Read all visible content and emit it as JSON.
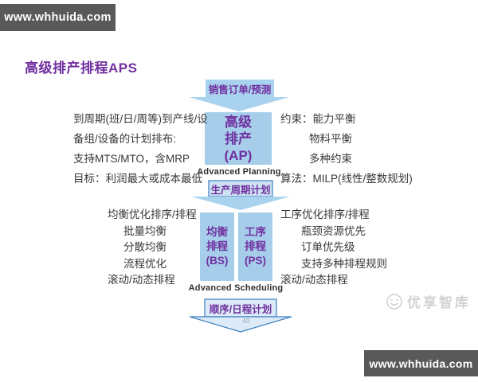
{
  "colors": {
    "banner_bg": "#595959",
    "purple": "#7030a0",
    "box_fill": "#a6cdea",
    "arrow_fill": "#a9d2ee",
    "arrow_mid_fill": "#cde2f3",
    "arrow_light_fill": "#dcebf7",
    "arrow_stroke": "#3d7ebf",
    "body_text": "#383838",
    "watermark_gray": "#d2d2d2"
  },
  "banners": {
    "top": "www.whhuida.com",
    "bottom": "www.whhuida.com"
  },
  "title": "高级排产排程APS",
  "flow": {
    "arrow1_label": "销售订单/预测",
    "arrow2_label": "生产周期计划",
    "arrow3_label": "顺序/日程计划",
    "page_number": "40",
    "ap_caption": "Advanced Planning",
    "as_caption": "Advanced Scheduling",
    "ap_box": [
      "高级",
      "排产",
      "(AP)"
    ],
    "bs_box": [
      "均衡",
      "排程",
      "(BS)"
    ],
    "ps_box": [
      "工序",
      "排程",
      "(PS)"
    ]
  },
  "ap_left_lines": [
    "到周期(班/日/周等)到产线/设",
    "备组/设备的计划排布:",
    "支持MTS/MTO，含MRP",
    "目标：利润最大或成本最低"
  ],
  "ap_right_lines": [
    "约束：能力平衡",
    "物料平衡",
    "多种约束",
    "算法：MILP(线性/整数规划)"
  ],
  "as_left_lines": [
    "均衡优化排序/排程",
    "批量均衡",
    "分散均衡",
    "流程优化",
    "滚动/动态排程"
  ],
  "as_right_lines": [
    "工序优化排序/排程",
    "瓶颈资源优先",
    "订单优先级",
    "支持多种排程规则",
    "滚动/动态排程"
  ],
  "watermark": "优享智库"
}
